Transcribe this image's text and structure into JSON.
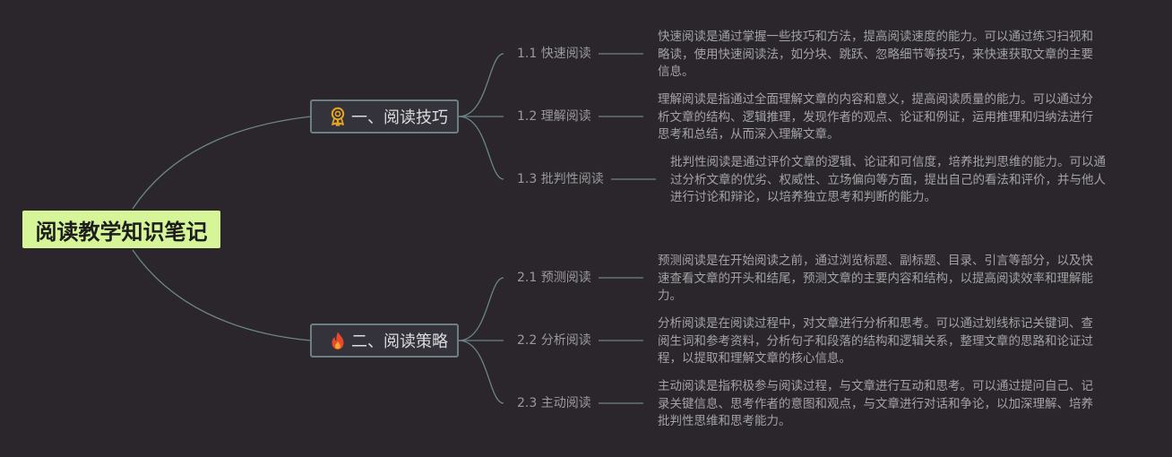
{
  "root": {
    "title": "阅读教学知识笔记"
  },
  "branches": [
    {
      "label": "一、阅读技巧",
      "icon": "award-ribbon-icon",
      "icon_color": "#e6a423",
      "topics": [
        {
          "label": "1.1 快速阅读",
          "note": "快速阅读是通过掌握一些技巧和方法，提高阅读速度的能力。可以通过练习扫视和略读，使用快速阅读法，如分块、跳跃、忽略细节等技巧，来快速获取文章的主要信息。"
        },
        {
          "label": "1.2 理解阅读",
          "note": "理解阅读是指通过全面理解文章的内容和意义，提高阅读质量的能力。可以通过分析文章的结构、逻辑推理，发现作者的观点、论证和例证，运用推理和归纳法进行思考和总结，从而深入理解文章。"
        },
        {
          "label": "1.3 批判性阅读",
          "note": "批判性阅读是通过评价文章的逻辑、论证和可信度，培养批判思维的能力。可以通过分析文章的优劣、权威性、立场偏向等方面，提出自己的看法和评价，并与他人进行讨论和辩论，以培养独立思考和判断的能力。"
        }
      ]
    },
    {
      "label": "二、阅读策略",
      "icon": "fire-icon",
      "icon_color": "#e84a2a",
      "topics": [
        {
          "label": "2.1 预测阅读",
          "note": "预测阅读是在开始阅读之前，通过浏览标题、副标题、目录、引言等部分，以及快速查看文章的开头和结尾，预测文章的主要内容和结构，以提高阅读效率和理解能力。"
        },
        {
          "label": "2.2 分析阅读",
          "note": "分析阅读是在阅读过程中，对文章进行分析和思考。可以通过划线标记关键词、查阅生词和参考资料，分析句子和段落的结构和逻辑关系，整理文章的思路和论证过程，以提取和理解文章的核心信息。"
        },
        {
          "label": "2.3 主动阅读",
          "note": "主动阅读是指积极参与阅读过程，与文章进行互动和思考。可以通过提问自己、记录关键信息、思考作者的意图和观点，与文章进行对话和争论，以加深理解、培养批判性思维和思考能力。"
        }
      ]
    }
  ],
  "colors": {
    "line": "#6c8589",
    "root_bg": "#d6f598",
    "canvas_bg": "#2a262c"
  }
}
